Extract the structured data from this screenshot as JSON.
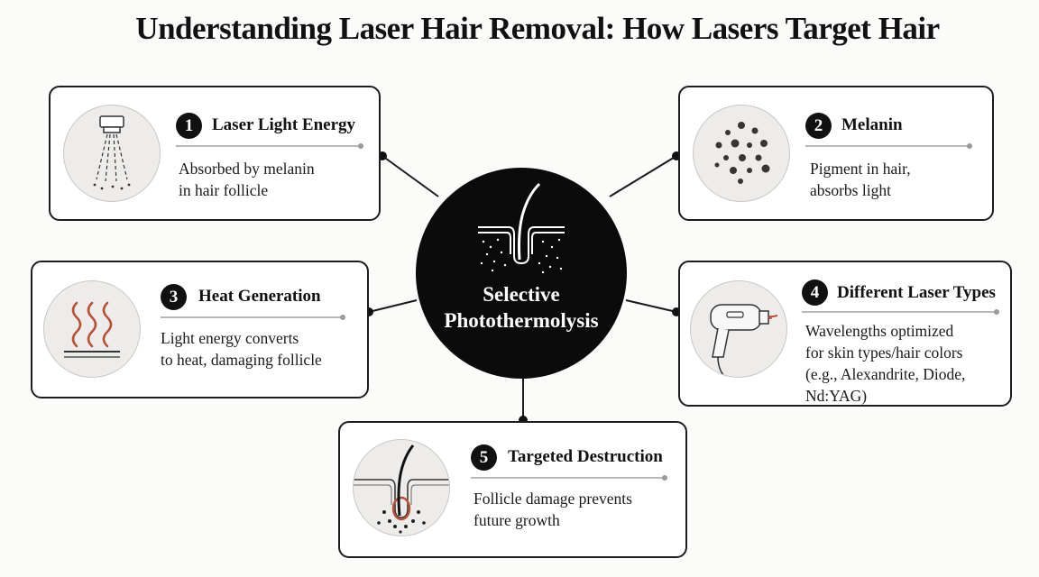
{
  "title": "Understanding Laser Hair Removal: How Lasers Target Hair",
  "center": {
    "label_line1": "Selective",
    "label_line2": "Photothermolysis",
    "icon": "hair-follicle-icon"
  },
  "nodes": [
    {
      "number": "1",
      "title": "Laser Light Energy",
      "desc": [
        "Absorbed by melanin",
        "in hair follicle"
      ],
      "icon": "laser-beam-icon"
    },
    {
      "number": "2",
      "title": "Melanin",
      "desc": [
        "Pigment in hair,",
        "absorbs light"
      ],
      "icon": "melanin-dots-icon"
    },
    {
      "number": "3",
      "title": "Heat Generation",
      "desc": [
        "Light energy converts",
        "to heat, damaging follicle"
      ],
      "icon": "heat-waves-icon"
    },
    {
      "number": "4",
      "title": "Different Laser Types",
      "desc": [
        "Wavelengths optimized",
        "for skin types/hair colors",
        "(e.g., Alexandrite, Diode,",
        "Nd:YAG)"
      ],
      "icon": "laser-device-icon"
    },
    {
      "number": "5",
      "title": "Targeted Destruction",
      "desc": [
        "Follicle damage prevents",
        "future growth"
      ],
      "icon": "damaged-follicle-icon"
    }
  ],
  "colors": {
    "dark": "#0b0b0b",
    "heat_accent": "#b5523c",
    "card_border": "#1d1d1d"
  }
}
